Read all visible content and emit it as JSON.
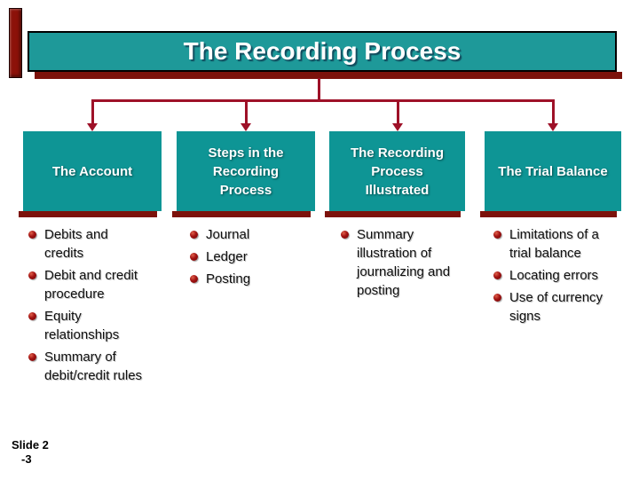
{
  "title": "The Recording Process",
  "slide_label": {
    "line1": "Slide 2",
    "line2": "-3"
  },
  "colors": {
    "box_teal": "#0e9595",
    "title_teal": "#1e9999",
    "connector_maroon": "#9e1128",
    "shadow_maroon": "#7c120b",
    "bullet_red": "#a11212",
    "title_text": "#ffffff",
    "body_text": "#101010"
  },
  "icons": {
    "bullet": "filled-sphere",
    "arrow": "triangle-down"
  },
  "columns": [
    {
      "header": "The Account",
      "items": [
        "Debits and\ncredits",
        "Debit and credit\nprocedure",
        "Equity\nrelationships",
        "Summary of\ndebit/credit rules"
      ]
    },
    {
      "header": "Steps in the\nRecording\nProcess",
      "items": [
        "Journal",
        "Ledger",
        "Posting"
      ]
    },
    {
      "header": "The Recording\nProcess\nIllustrated",
      "items": [
        "Summary\nillustration of\njournalizing and\nposting"
      ]
    },
    {
      "header": "The Trial Balance",
      "items": [
        "Limitations of a\ntrial balance",
        "Locating errors",
        "Use of currency\nsigns"
      ]
    }
  ]
}
